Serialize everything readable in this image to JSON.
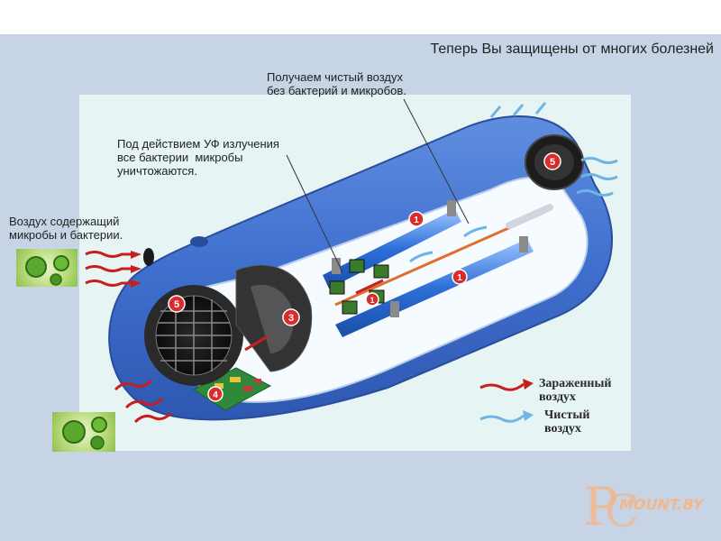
{
  "title": "Теперь Вы защищены от многих болезней",
  "callouts": {
    "clean_air": "Получаем чистый воздух\nбез бактерий и микробов.",
    "uv": "Под действием УФ излучения\nвсе бактерии  микробы\nуничтожаются.",
    "intake": "Воздух содержащий\nмикробы и бактерии."
  },
  "legend": {
    "infected": "Зараженный\nвоздух",
    "clean": "Чистый\nвоздух",
    "infected_color": "#c81e1e",
    "clean_color": "#6fb4e6"
  },
  "markers": [
    "5",
    "5",
    "3",
    "4",
    "1",
    "1",
    "1"
  ],
  "watermark": {
    "letter_p": "P",
    "letter_c": "C",
    "text": "MOUNT.BY"
  },
  "colors": {
    "frame": "#c6d4e6",
    "panel": "#e7f4f4",
    "device_body": "#3f6fce",
    "device_inner": "#f6fbff",
    "uv_tube": "#2c6fd8",
    "marker": "#d92d2d"
  }
}
